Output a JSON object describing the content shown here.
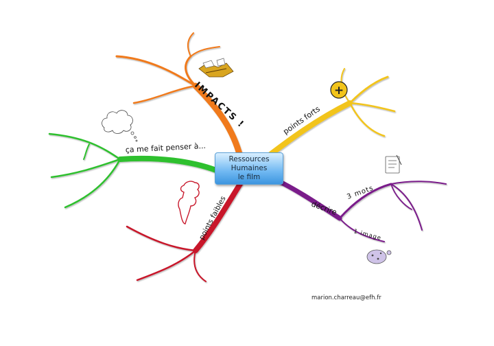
{
  "central_topic": {
    "line1": "Ressources",
    "line2": "Humaines",
    "line3": "le film",
    "color": "#5ab0f0"
  },
  "branches": {
    "impacts": {
      "label": "IMPACTS !",
      "color": "#f07a1a"
    },
    "points_forts": {
      "label": "points forts",
      "color": "#f2c41a",
      "icon": "plus-circle-icon",
      "icon_text": "+"
    },
    "decrire": {
      "label": "décrire",
      "color": "#7a1a8a",
      "sub_3mots": "3 mots",
      "sub_image": "1 image"
    },
    "points_faibles": {
      "label": "points faibles",
      "color": "#c8192c",
      "icon": "thumbs-down-icon"
    },
    "pense": {
      "label": "ça me fait penser à...",
      "color": "#2ec02e",
      "icon": "thought-cloud-icon"
    }
  },
  "author": "marion.charreau@efh.fr"
}
